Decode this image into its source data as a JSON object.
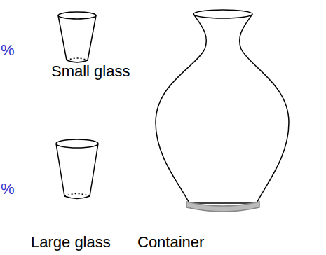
{
  "diagram": {
    "labels": [
      "%",
      "Small glass",
      "%",
      "Large glass",
      "Container"
    ]
  }
}
